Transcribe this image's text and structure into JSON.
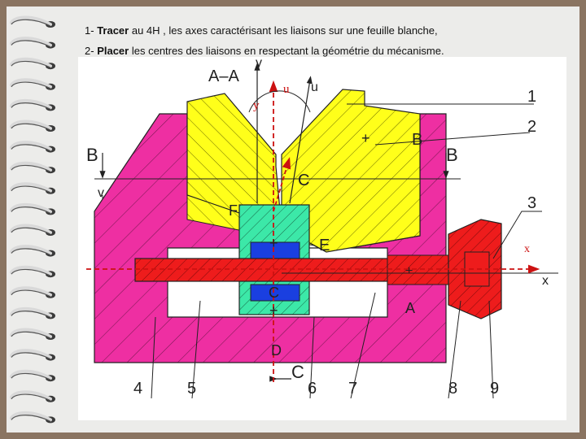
{
  "instructions": {
    "line1": {
      "number": "1-",
      "verb": "Tracer",
      "rest": "au 4H , les axes caractérisant les liaisons sur une feuille blanche,"
    },
    "line2": {
      "number": "2-",
      "verb": "Placer",
      "rest": "les centres des liaisons en respectant la géométrie du mécanisme."
    }
  },
  "drawing": {
    "section_title": "A–A",
    "axis_labels": {
      "y_black": "y",
      "y_red": "y",
      "u_black": "u",
      "u_red": "u",
      "v_black": "v",
      "x_black": "x",
      "x_red": "x"
    },
    "section_markers": {
      "b_left": "B",
      "b_right": "B",
      "c_bottom": "C"
    },
    "point_labels": {
      "b": "B",
      "c_upper": "C",
      "c_lower": "C",
      "d": "D",
      "e": "E",
      "f": "F",
      "a": "A"
    },
    "part_numbers": [
      "1",
      "2",
      "3",
      "4",
      "5",
      "6",
      "7",
      "8",
      "9"
    ],
    "colors": {
      "frame": "#ee2fa2",
      "prism": "#ffff1a",
      "bushing": "#3ce8a8",
      "bearing": "#1a3fe0",
      "shaft": "#ee1c1c",
      "axis_red": "#cc1111",
      "ink": "#222222"
    }
  },
  "notebook": {
    "ring_count": 20
  }
}
